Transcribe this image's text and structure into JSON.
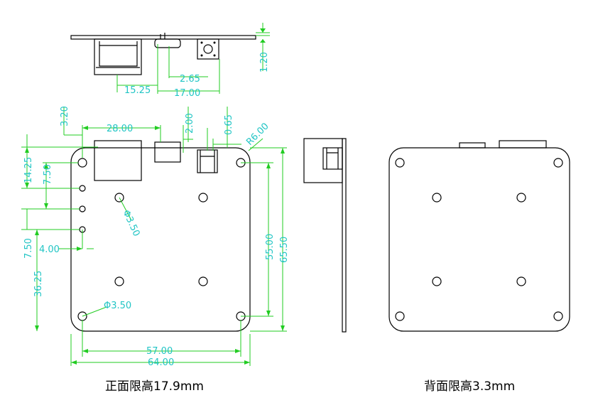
{
  "dimensions": {
    "side_15_25": "15.25",
    "side_17_00": "17.00",
    "side_2_65": "2.65",
    "side_1_20": "1.20",
    "top_3_20": "3.20",
    "top_28_00": "28.00",
    "top_2_00": "2.00",
    "top_0_65": "0.65",
    "radius": "R6.00",
    "left_14_25": "14.25",
    "left_7_50_top": "7.50",
    "left_7_50_bottom": "7.50",
    "left_4_00": "4.00",
    "left_36_25": "36.25",
    "hole_top": "Φ3.50",
    "hole_bottom": "Φ3.50",
    "right_55_00": "55.00",
    "right_65_50": "65.50",
    "bottom_57_00": "57.00",
    "bottom_64_00": "64.00"
  },
  "captions": {
    "front": "正面限高17.9mm",
    "back": "背面限高3.3mm"
  }
}
